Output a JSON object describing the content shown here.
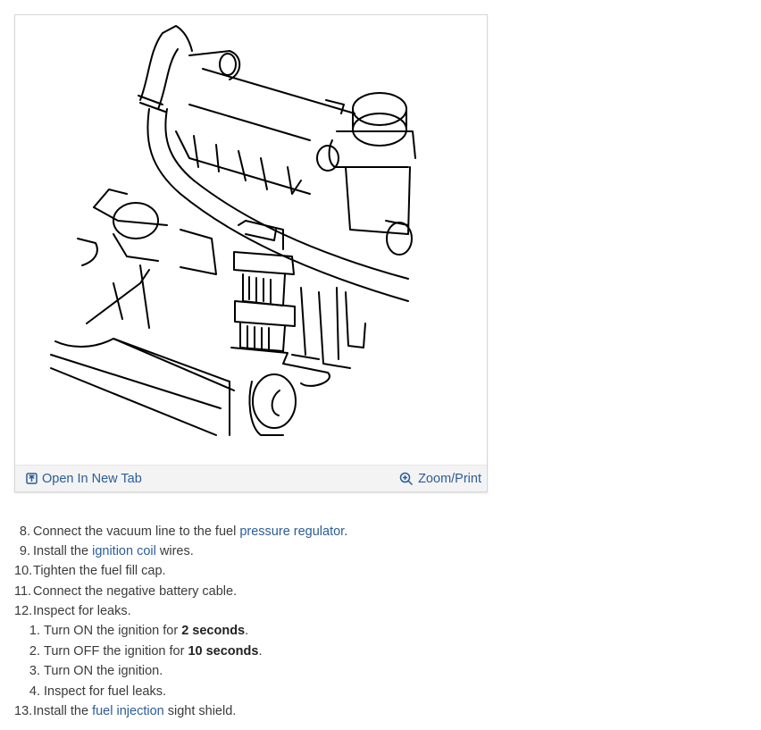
{
  "figure": {
    "open_tab_label": "Open In New Tab",
    "zoom_label": "Zoom/Print",
    "open_tab_icon": "open-in-new-tab-icon",
    "zoom_icon": "zoom-in-icon",
    "link_color": "#2b5d98"
  },
  "steps": [
    {
      "number": "8.",
      "before": "Connect the vacuum line to the fuel ",
      "link": "pressure regulator",
      "after": "."
    },
    {
      "number": "9.",
      "before": "Install the ",
      "link": "ignition coil",
      "after": " wires."
    },
    {
      "number": "10.",
      "text": "Tighten the fuel fill cap."
    },
    {
      "number": "11.",
      "text": "Connect the negative battery cable."
    },
    {
      "number": "12.",
      "text": "Inspect for leaks."
    },
    {
      "number": "13.",
      "before": "Install the ",
      "link": "fuel injection",
      "after": " sight shield."
    }
  ],
  "substeps": [
    {
      "number": "1.",
      "before": "Turn ON the ignition for ",
      "bold": "2 seconds",
      "after": "."
    },
    {
      "number": "2.",
      "before": "Turn OFF the ignition for ",
      "bold": "10 seconds",
      "after": "."
    },
    {
      "number": "3.",
      "text": "Turn ON the ignition."
    },
    {
      "number": "4.",
      "text": "Inspect for fuel leaks."
    }
  ]
}
